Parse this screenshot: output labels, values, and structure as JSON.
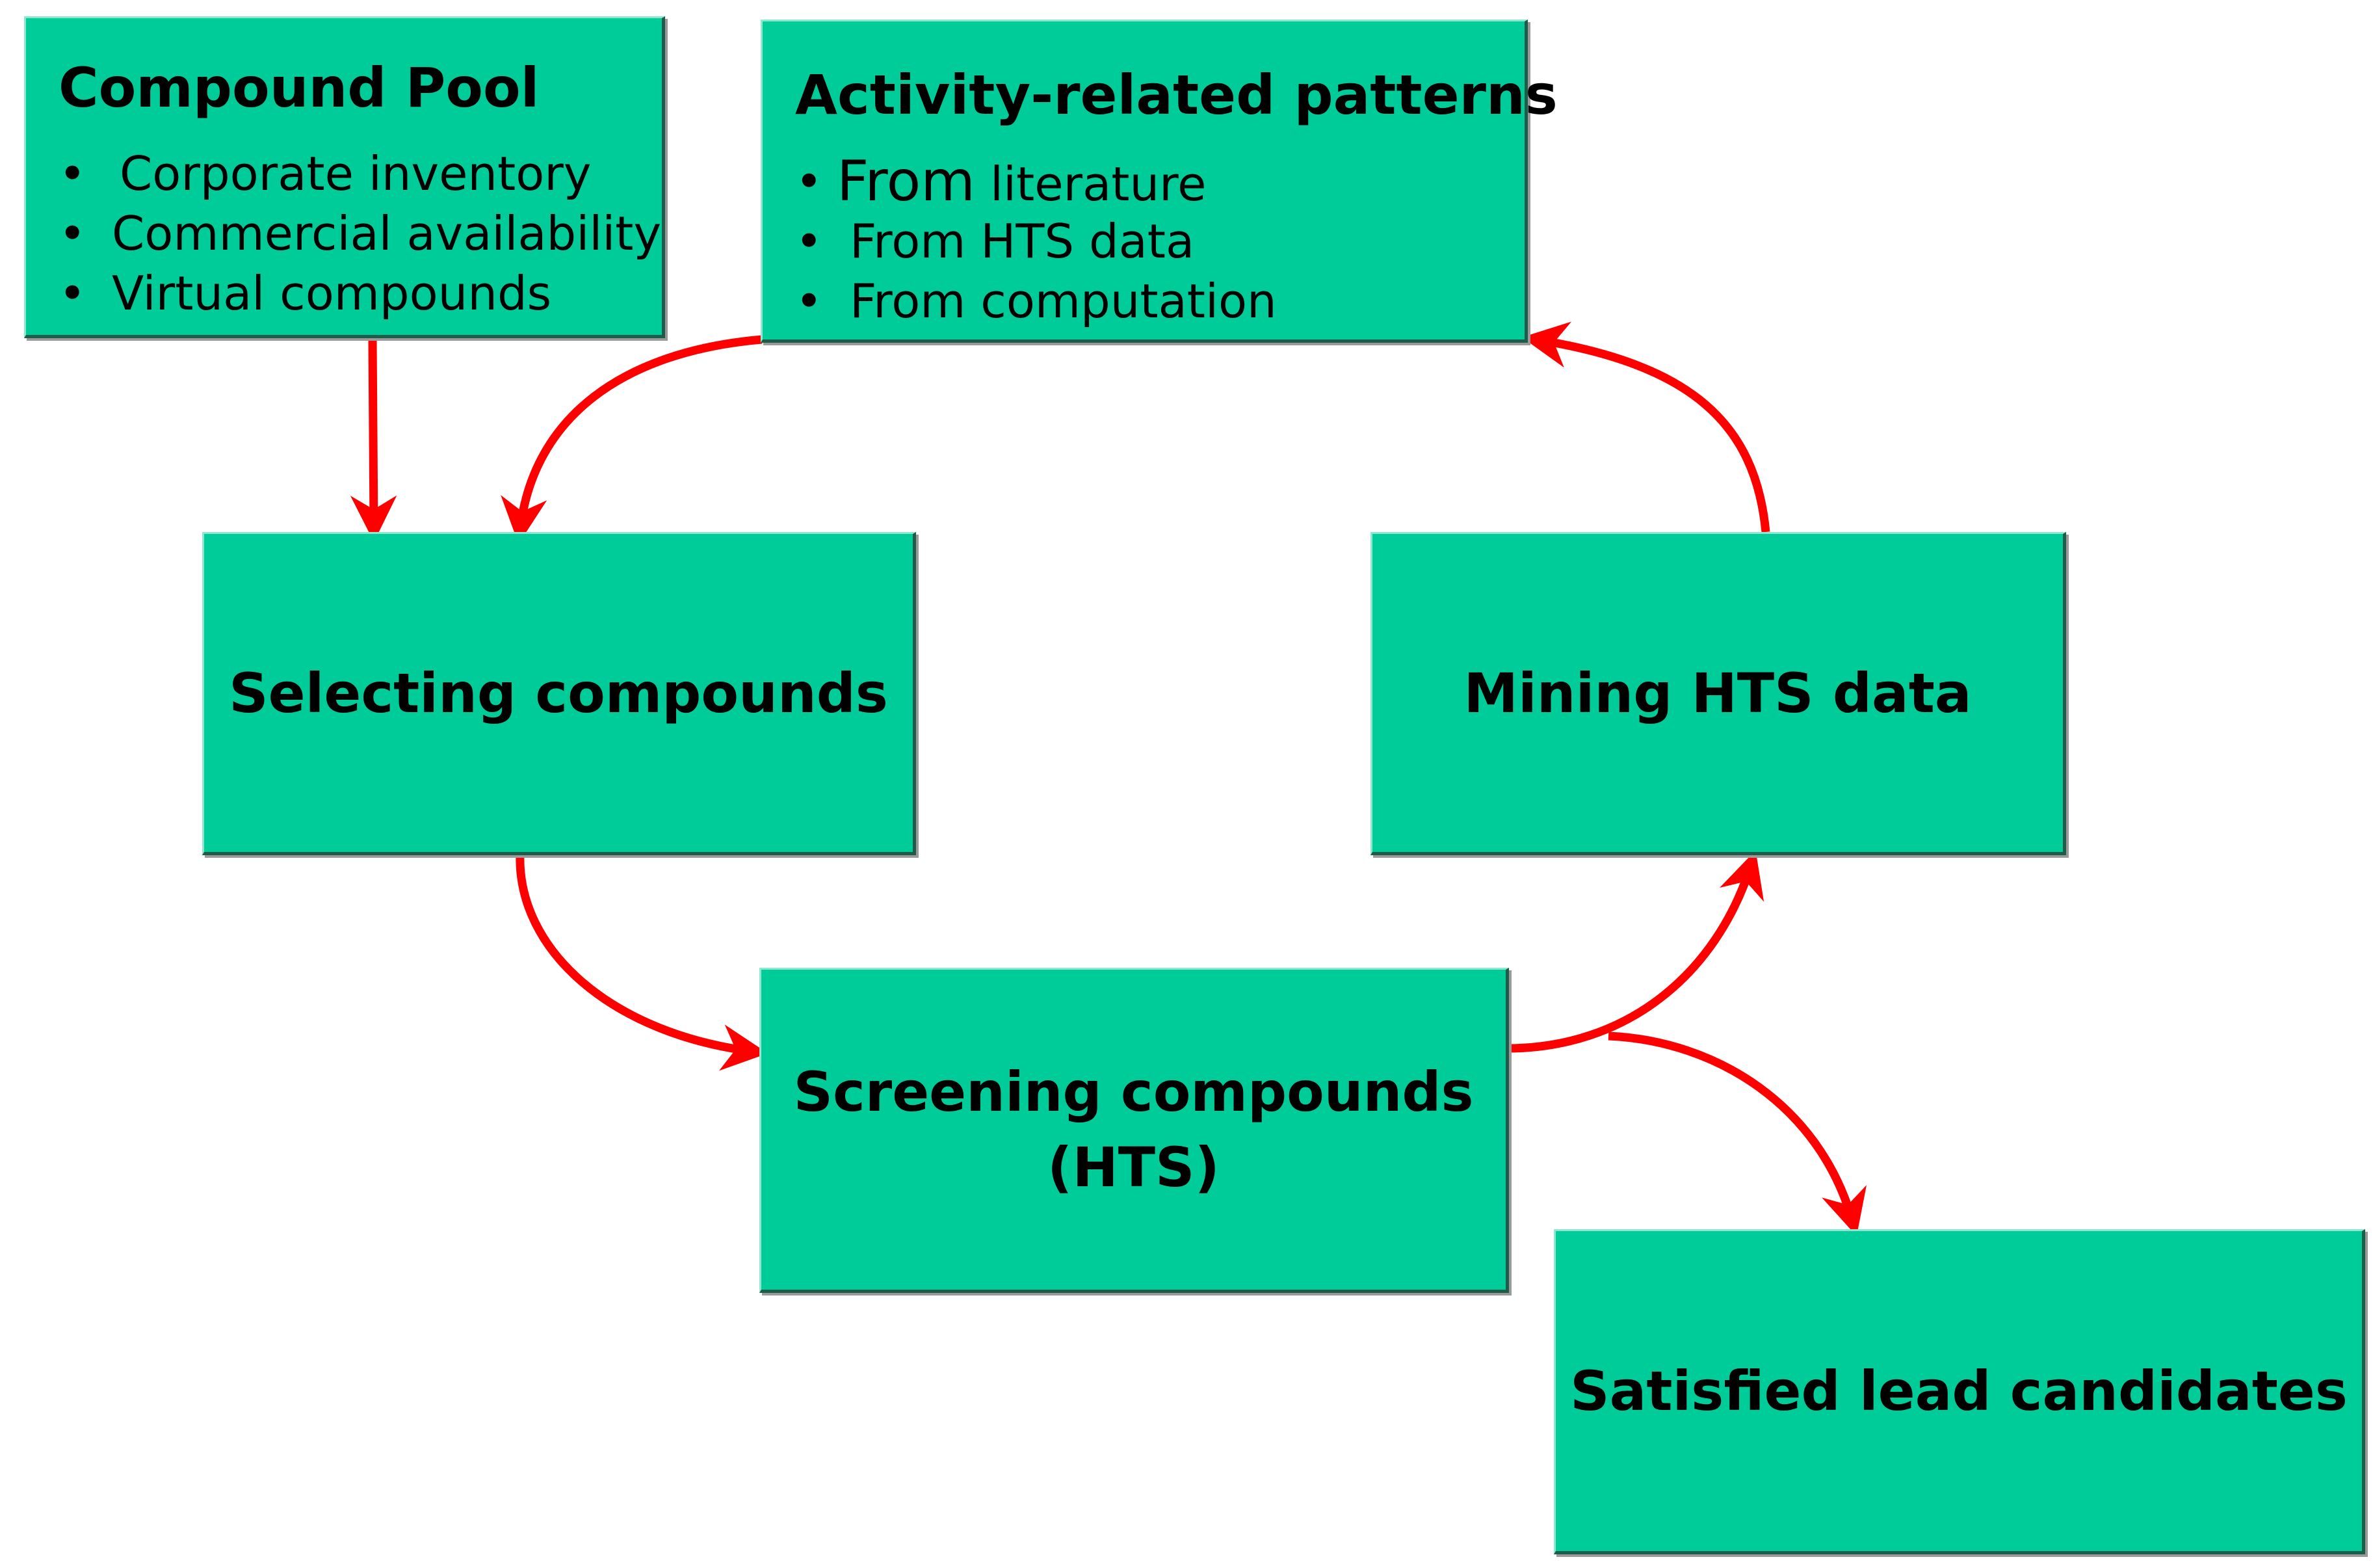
{
  "compound_pool": {
    "title": "Compound Pool",
    "items": [
      "Corporate inventory",
      "Commercial availability",
      "Virtual compounds"
    ]
  },
  "activity_patterns": {
    "title": "Activity-related patterns",
    "item1_big": "From",
    "item1_rest": "literature",
    "item2": "From HTS data",
    "item3": "From computation"
  },
  "nodes": {
    "selecting": "Selecting compounds",
    "mining": "Mining HTS data",
    "screening_line1": "Screening compounds",
    "screening_line2": "(HTS)",
    "satisfied": "Satisfied lead candidates"
  },
  "bullet_symbol": "•",
  "colors": {
    "box_fill": "#00cc99",
    "arrow": "#ff0000"
  }
}
